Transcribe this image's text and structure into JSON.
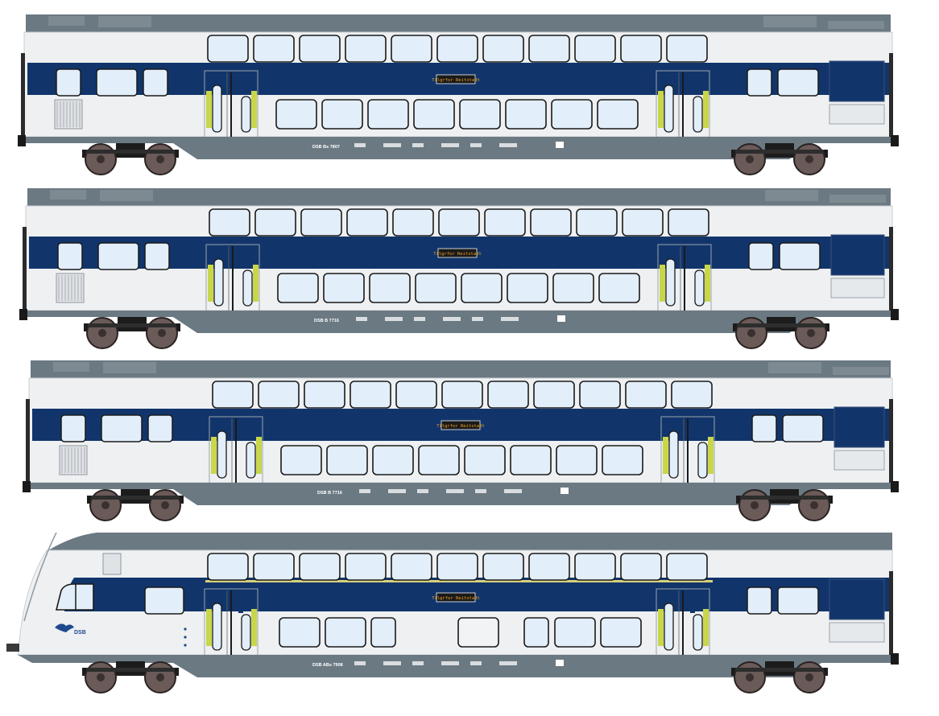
{
  "colors": {
    "roof": "#6b7982",
    "body_white": "#eef0f2",
    "band_blue": "#11356b",
    "undercarriage": "#6b7982",
    "window_glass": "#e2eef9",
    "door_accent": "#c8d64a",
    "bogie": "#1c1c1c",
    "wheel": "#6a5a58",
    "logo_blue": "#1f4a8c"
  },
  "icons": {
    "operator_logo": "dsb-bird-logo"
  },
  "coaches": [
    {
      "type": "intermediate",
      "destination": "Tilgrfor Reitstadt",
      "registration": "DSB  Bs 7807"
    },
    {
      "type": "intermediate",
      "destination": "Tilgrfor Reitstadt",
      "registration": "DSB  B 7716"
    },
    {
      "type": "intermediate",
      "destination": "Tilgrfor Reitstadt",
      "registration": "DSB  B 7716"
    },
    {
      "type": "control-car",
      "destination": "Tilgrfor Reitstadt",
      "registration": "DSB  ABs 7908",
      "logo_text": "DSB"
    }
  ]
}
